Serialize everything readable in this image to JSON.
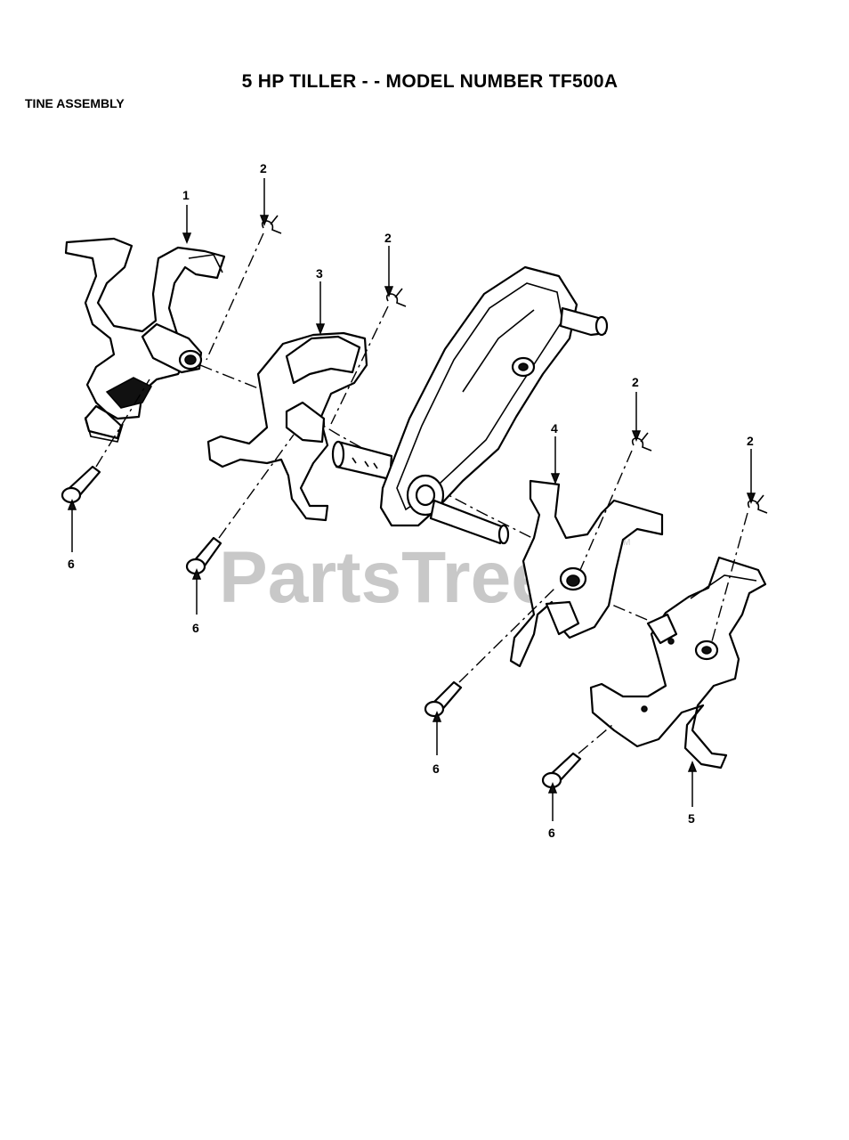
{
  "title": "5 HP TILLER - - MODEL NUMBER TF500A",
  "subtitle": "TINE ASSEMBLY",
  "watermark": "PartsTree",
  "watermark_mark": "TM",
  "callouts": {
    "c1": "1",
    "c2a": "2",
    "c2b": "2",
    "c2c": "2",
    "c2d": "2",
    "c3": "3",
    "c4": "4",
    "c5": "5",
    "c6a": "6",
    "c6b": "6",
    "c6c": "6",
    "c6d": "6"
  },
  "colors": {
    "ink": "#000000",
    "watermark": "#c8c8c8",
    "paper": "#ffffff"
  }
}
